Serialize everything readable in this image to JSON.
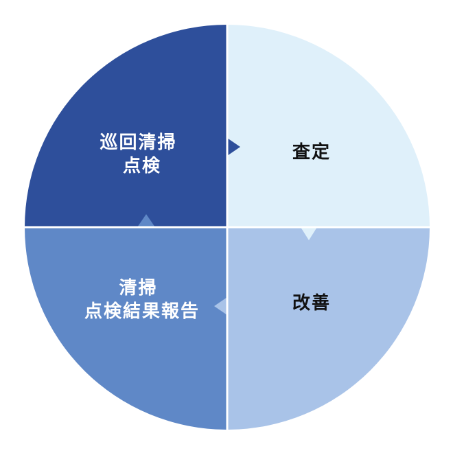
{
  "quadrants": {
    "top_left": {
      "lines": [
        "巡回清掃",
        "点検"
      ],
      "fill": "#2e4f9b",
      "text_color": "#ffffff"
    },
    "top_right": {
      "lines": [
        "査定"
      ],
      "fill": "#dff0fa",
      "text_color": "#111111"
    },
    "bottom_right": {
      "lines": [
        "改善"
      ],
      "fill": "#a9c3e8",
      "text_color": "#111111"
    },
    "bottom_left": {
      "lines": [
        "清掃",
        "点検結果報告"
      ],
      "fill": "#5f88c7",
      "text_color": "#ffffff"
    }
  }
}
